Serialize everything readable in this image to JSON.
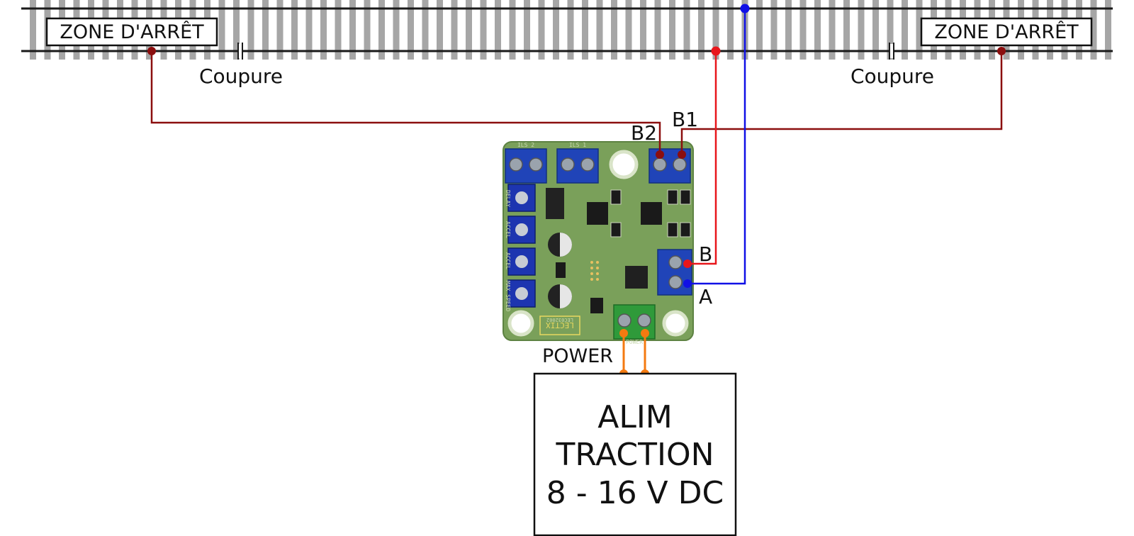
{
  "track": {
    "zone_left": "ZONE D'ARRÊT",
    "zone_right": "ZONE D'ARRÊT",
    "gap_left": "Coupure",
    "gap_right": "Coupure"
  },
  "terminals": {
    "b1": "B1",
    "b2": "B2",
    "b": "B",
    "a": "A",
    "power": "POWER"
  },
  "pcb": {
    "brand": "LECTIX",
    "ref": "LEC032002",
    "pot_labels": [
      "DELAY",
      "ACCEL",
      "ACCEL",
      "MAX SPEED"
    ],
    "ils_1": "ILS 1",
    "ils_2": "ILS 2",
    "power_silk": "POWER"
  },
  "supply": {
    "line1": "ALIM",
    "line2": "TRACTION",
    "line3": "8 - 16 V DC"
  },
  "colors": {
    "rail": "#1a1a1a",
    "sleeper": "#a6a6a6",
    "wire_dark_red": "#8b0e0e",
    "wire_red": "#e8161b",
    "wire_blue": "#1010e6",
    "wire_orange": "#f47a10",
    "pcb": "#7aa05a",
    "terminal_blue": "#2044b8",
    "terminal_green": "#2f9a3a"
  }
}
